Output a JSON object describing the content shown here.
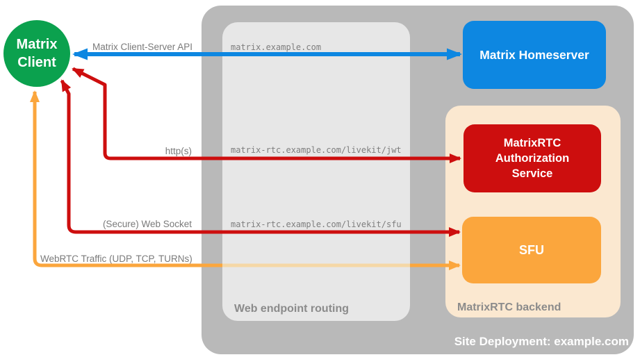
{
  "client": {
    "line1": "Matrix",
    "line2": "Client"
  },
  "homeserver": {
    "label": "Matrix Homeserver"
  },
  "backend": {
    "label": "MatrixRTC backend",
    "auth_service_label": "MatrixRTC Authorization Service",
    "sfu_label": "SFU"
  },
  "routing": {
    "label": "Web endpoint routing",
    "endpoints": {
      "homeserver": "matrix.example.com",
      "jwt": "matrix-rtc.example.com/livekit/jwt",
      "sfu": "matrix-rtc.example.com/livekit/sfu"
    }
  },
  "deployment": {
    "label": "Site Deployment: example.com"
  },
  "arrows": {
    "client_server_api": {
      "label": "Matrix Client-Server API",
      "color": "#0D87E1"
    },
    "https": {
      "label": "http(s)",
      "color": "#CD0E0E"
    },
    "websocket": {
      "label": "(Secure) Web Socket",
      "color": "#CD0E0E"
    },
    "webrtc": {
      "label": "WebRTC Traffic (UDP, TCP, TURNs)",
      "color": "#FBA63D",
      "faded_color": "#F5D7A6"
    }
  },
  "colors": {
    "client_green": "#0BA14E",
    "homeserver_blue": "#0D87E1",
    "auth_red": "#CD0E0E",
    "sfu_orange": "#FBA63D",
    "webrtc_faded_orange": "#F5D7A6",
    "site_container_gray": "#B9B9B9",
    "routing_box_gray": "#E7E7E7",
    "backend_peach": "#FBE8D0",
    "label_gray": "#7E7E7E",
    "section_label_gray": "#8B8B8B",
    "text_white": "#FFFFFF"
  }
}
